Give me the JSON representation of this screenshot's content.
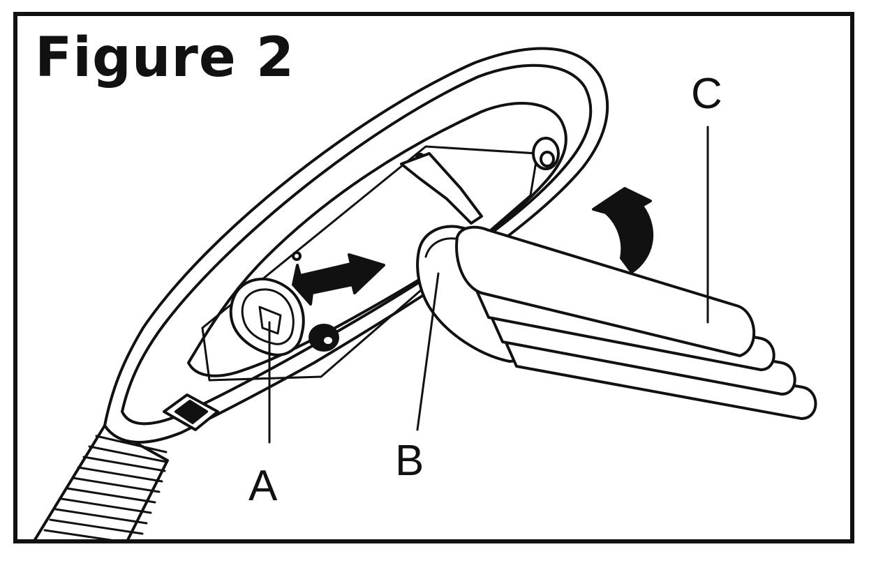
{
  "figure": {
    "title": "Figure 2"
  },
  "callouts": {
    "a": "A",
    "b": "B",
    "c": "C"
  },
  "colors": {
    "ink": "#111111",
    "paper": "#ffffff"
  }
}
